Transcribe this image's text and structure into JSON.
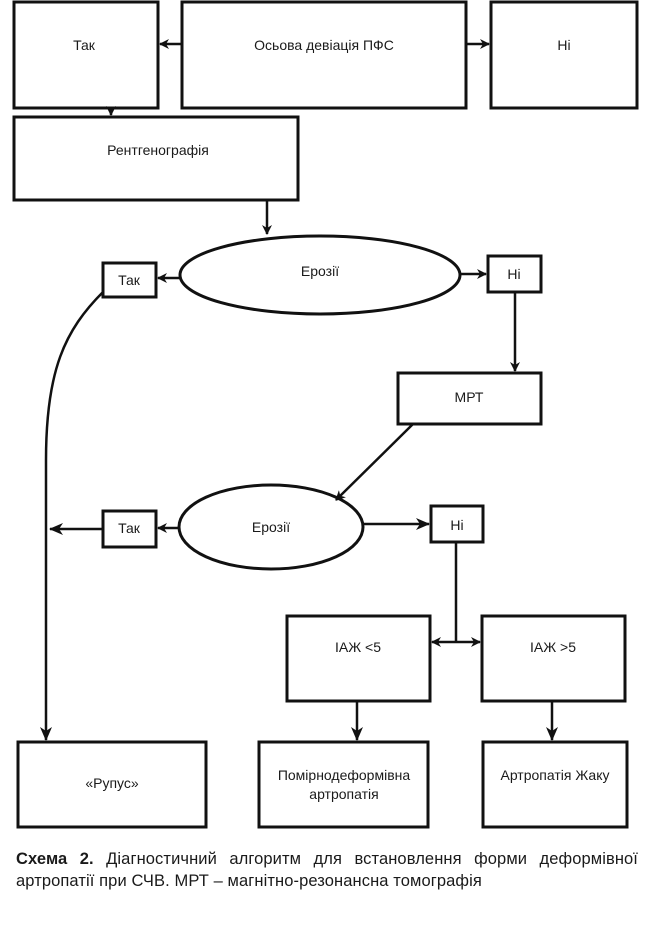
{
  "diagram": {
    "nodes": {
      "yes_top": "Так",
      "axial_deviation": "Осьова девіація ПФС",
      "no_top": "Ні",
      "radiography": "Рентгенографія",
      "erosions_1": "Ерозії",
      "yes_1": "Так",
      "no_1": "Ні",
      "mri": "МРТ",
      "erosions_2": "Ерозії",
      "yes_2": "Так",
      "no_2": "Ні",
      "iaj_lt5": "ІАЖ <5",
      "iaj_gt5": "ІАЖ >5",
      "rupus": "«Рупус»",
      "moderate_line1": "Помірнодеформівна",
      "moderate_line2": "артропатія",
      "jaccoud": "Артропатія Жаку"
    },
    "edges": [
      {
        "from": "axial_deviation",
        "to": "yes_top"
      },
      {
        "from": "axial_deviation",
        "to": "no_top"
      },
      {
        "from": "yes_top",
        "to": "radiography"
      },
      {
        "from": "radiography",
        "to": "erosions_1"
      },
      {
        "from": "erosions_1",
        "to": "yes_1"
      },
      {
        "from": "erosions_1",
        "to": "no_1"
      },
      {
        "from": "no_1",
        "to": "mri"
      },
      {
        "from": "mri",
        "to": "erosions_2"
      },
      {
        "from": "erosions_2",
        "to": "yes_2"
      },
      {
        "from": "erosions_2",
        "to": "no_2"
      },
      {
        "from": "yes_1",
        "to": "rupus"
      },
      {
        "from": "yes_2",
        "to": "rupus"
      },
      {
        "from": "no_2",
        "to": "iaj_lt5"
      },
      {
        "from": "no_2",
        "to": "iaj_gt5"
      },
      {
        "from": "iaj_lt5",
        "to": "moderate"
      },
      {
        "from": "iaj_gt5",
        "to": "jaccoud"
      }
    ]
  },
  "caption": {
    "label": "Схема 2.",
    "text": " Діагностичний алгоритм для встановлення форми деформівної артропатії при СЧВ. МРТ – магнітно-резонансна томографія"
  }
}
